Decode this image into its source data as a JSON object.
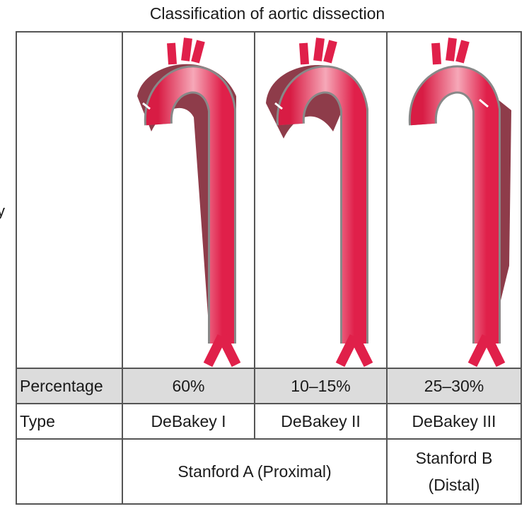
{
  "title": "Classification of aortic dissection",
  "stray_text": "y",
  "colors": {
    "lumen": "#e0204a",
    "lumen_highlight": "#f7b0c0",
    "false_lumen": "#7a1a2a",
    "header_row_bg": "#dcdcdc"
  },
  "rows": {
    "percentage": {
      "label": "Percentage",
      "values": [
        "60%",
        "10–15%",
        "25–30%"
      ]
    },
    "type": {
      "label": "Type",
      "values": [
        "DeBakey I",
        "DeBakey II",
        "DeBakey III"
      ]
    },
    "stanford": {
      "label": "",
      "a": "Stanford A (Proximal)",
      "b_line1": "Stanford B",
      "b_line2": "(Distal)"
    }
  }
}
